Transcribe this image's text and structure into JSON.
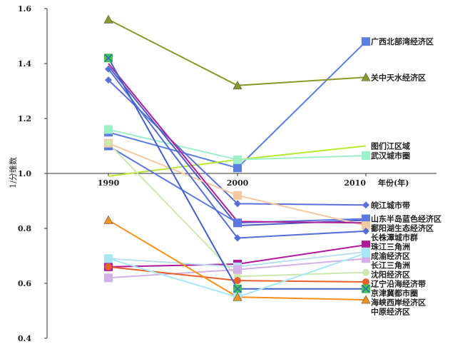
{
  "chart_data": {
    "type": "line",
    "title": "",
    "xlabel": "年份(年)",
    "ylabel": "1/分维数",
    "ylim": [
      0.4,
      1.6
    ],
    "yticks": [
      "0.4",
      "0.6",
      "0.8",
      "1.0",
      "1.2",
      "1.4",
      "1.6"
    ],
    "categories": [
      "1990",
      "2000",
      "2010"
    ],
    "grid": false,
    "legend": "inline labels at right end of each series",
    "series": [
      {
        "name": "广西北部湾经济区",
        "values": [
          1.15,
          1.02,
          1.48
        ],
        "color": "#5b7fe0",
        "marker": "square"
      },
      {
        "name": "关中天水经济区",
        "values": [
          1.56,
          1.32,
          1.35
        ],
        "color": "#8a9a2a",
        "marker": "triangle"
      },
      {
        "name": "图们江区域",
        "values": [
          0.99,
          1.05,
          1.1
        ],
        "color": "#b8e830",
        "marker": "none"
      },
      {
        "name": "武汉城市圈",
        "values": [
          1.16,
          1.05,
          1.065
        ],
        "color": "#9ef0c8",
        "marker": "square"
      },
      {
        "name": "皖江城市带",
        "values": [
          1.34,
          0.89,
          0.885
        ],
        "color": "#5b70d8",
        "marker": "diamond"
      },
      {
        "name": "鄱阳湖生态经济区",
        "values": [
          1.39,
          0.81,
          0.83
        ],
        "color": "#4b5cc4",
        "marker": "none"
      },
      {
        "name": "山东半岛蓝色经济区",
        "values": [
          1.1,
          0.82,
          0.835
        ],
        "color": "#5a78e0",
        "marker": "square"
      },
      {
        "name": "珠江三角洲",
        "values": [
          1.11,
          0.92,
          0.81
        ],
        "color": "#f4c8a0",
        "marker": "square"
      },
      {
        "name": "成渝经济区",
        "values": [
          1.38,
          0.765,
          0.79
        ],
        "color": "#5470d8",
        "marker": "diamond"
      },
      {
        "name": "长株潭城市群",
        "values": [
          1.4,
          0.825,
          0.82
        ],
        "color": "#b0209c",
        "marker": "none"
      },
      {
        "name": "长江三角洲",
        "values": [
          0.66,
          0.67,
          0.74
        ],
        "color": "#b0189a",
        "marker": "square"
      },
      {
        "name": "沈阳经济区",
        "values": [
          0.69,
          0.66,
          0.715
        ],
        "color": "#b8e0f0",
        "marker": "square"
      },
      {
        "name": "京津冀都市圈",
        "values": [
          1.11,
          0.625,
          0.64
        ],
        "color": "#cce8b0",
        "marker": "circle"
      },
      {
        "name": "辽宁沿海经济带",
        "values": [
          0.62,
          0.65,
          0.69
        ],
        "color": "#d4b0e8",
        "marker": "square"
      },
      {
        "name": "海峡西岸经济区",
        "values": [
          0.66,
          0.61,
          0.605
        ],
        "color": "#e8602a",
        "marker": "circle"
      },
      {
        "name": "中原经济区",
        "values": [
          1.42,
          0.58,
          0.58
        ],
        "color": "#4060c8",
        "marker": "starsq"
      },
      {
        "name": "",
        "values": [
          0.69,
          0.55,
          0.71
        ],
        "color": "#a8e8f4",
        "marker": "square"
      },
      {
        "name": "",
        "values": [
          0.83,
          0.55,
          0.54
        ],
        "color": "#f8901c",
        "marker": "triangle"
      }
    ]
  }
}
